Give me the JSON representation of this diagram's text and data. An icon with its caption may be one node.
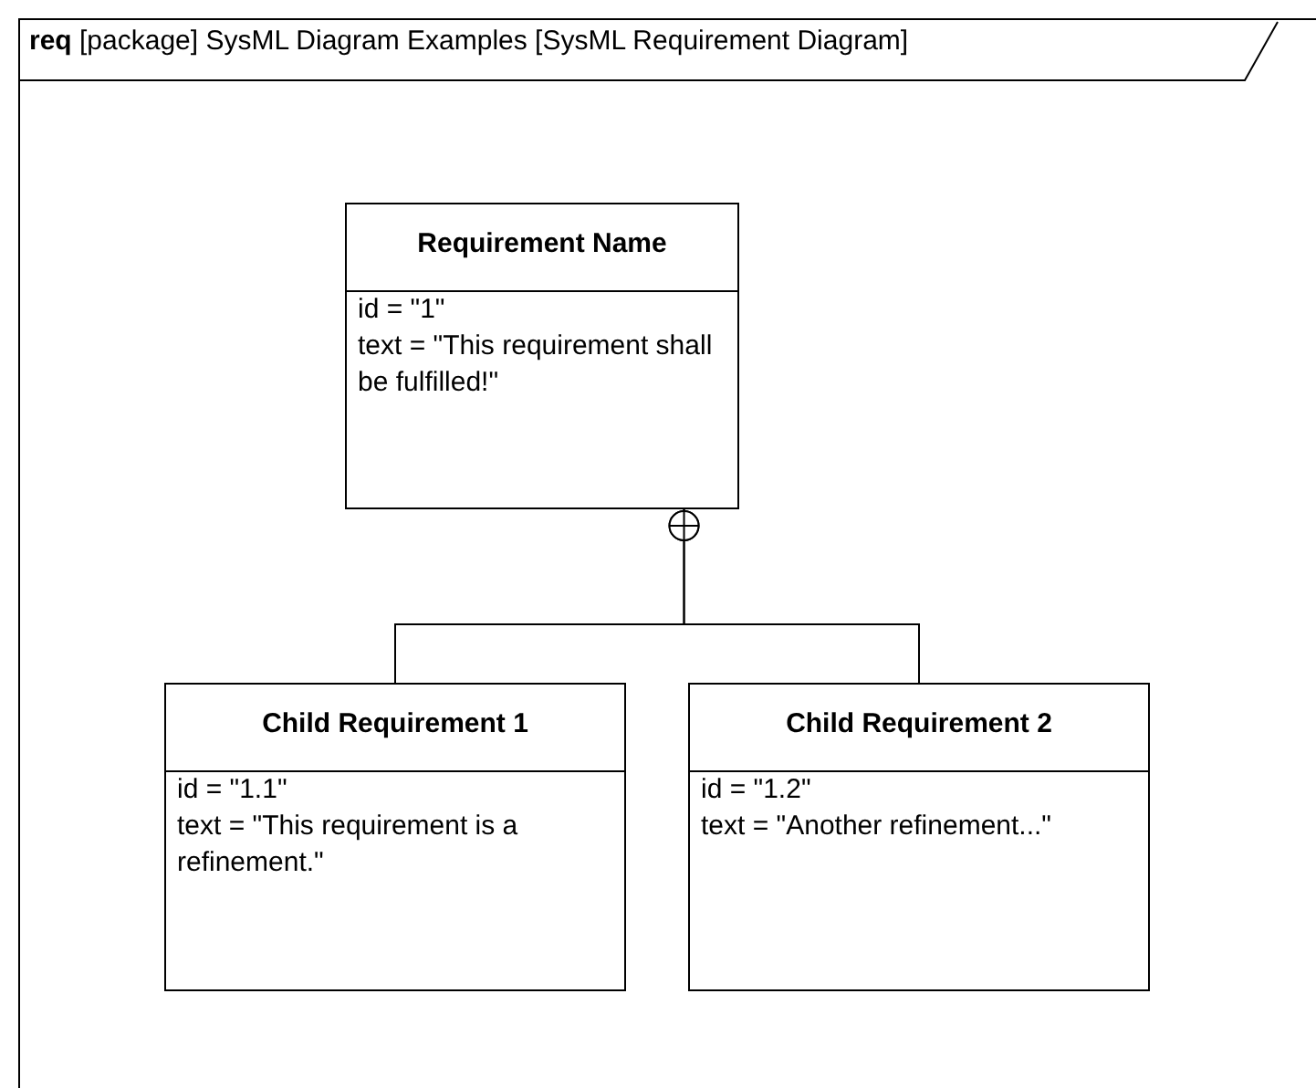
{
  "diagram": {
    "nodes": [
      {
        "text": [
          "**req** [package] SysML Diagram Examples [SysML Requirement Diagram]"
        ]
      },
      {
        "text": [
          "Requirement Name",
          "id = \"1\"",
          "text = \"This requirement shall be fulfilled!\""
        ],
        "in": 0
      },
      {
        "text": [
          "Child Requirement 1",
          "id = \"1.1\"",
          "text = \"This requirement is a refinement.\""
        ],
        "in": 0
      },
      {
        "text": [
          "Child Requirement 2",
          "id = \"1.2\"",
          "text = \"Another refinement...\""
        ],
        "in": 0
      }
    ],
    "edges": [
      {
        "from": 2,
        "to": 1,
        "arrow": "other"
      },
      {
        "from": 3,
        "to": 1,
        "arrow": "other"
      }
    ]
  }
}
